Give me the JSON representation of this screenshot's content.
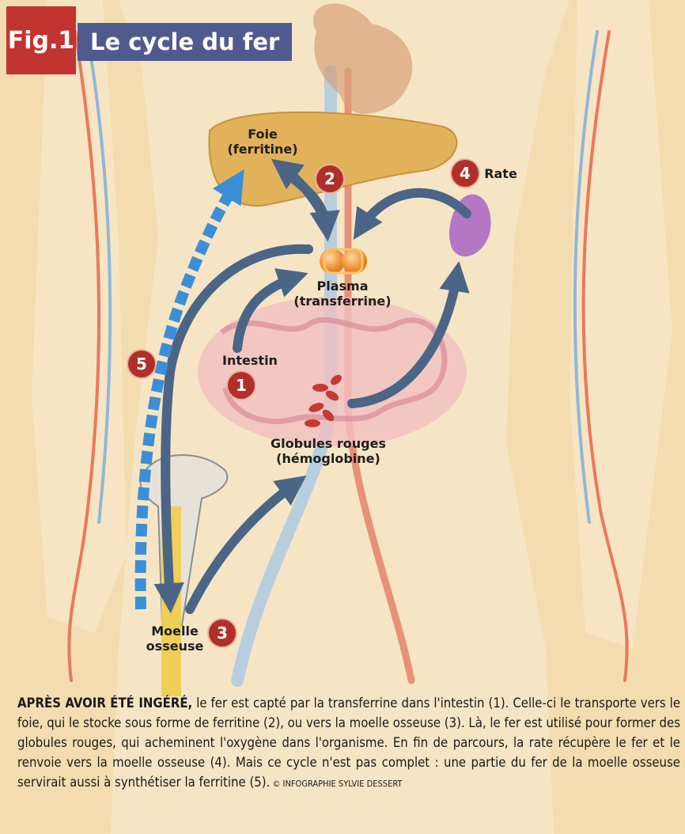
{
  "header": {
    "fig_label": "Fig.1",
    "title": "Le cycle du fer"
  },
  "labels": {
    "foie_line1": "Foie",
    "foie_line2": "(ferritine)",
    "rate": "Rate",
    "plasma_line1": "Plasma",
    "plasma_line2": "(transferrine)",
    "intestin": "Intestin",
    "globules_line1": "Globules rouges",
    "globules_line2": "(hémoglobine)",
    "moelle_line1": "Moelle",
    "moelle_line2": "osseuse"
  },
  "step_numbers": {
    "n1": "1",
    "n2": "2",
    "n3": "3",
    "n4": "4",
    "n5": "5"
  },
  "caption": {
    "lead": "APRÈS AVOIR ÉTÉ INGÉRÉ,",
    "body": " le fer est capté par la transferrine dans l'intestin (1). Celle-ci le transporte vers le foie, qui le stocke sous forme de ferritine (2), ou vers la moelle osseuse (3). Là, le fer est utilisé pour former des globules rouges, qui acheminent l'oxygène dans l'organisme. En fin de parcours, la rate récupère le fer et le renvoie vers la moelle osseuse (4). Mais ce cycle n'est pas complet : une partie du fer de la moelle osseuse servirait aussi à synthétiser la ferritine (5).",
    "credit": " © INFOGRAPHIE SYLVIE DESSERT"
  },
  "colors": {
    "badge_red": "#c2342f",
    "title_blue": "#4f5b8f",
    "arrow": "#4a6586",
    "dashed_arrow": "#3c8fd6",
    "step_red": "#b22f29"
  }
}
